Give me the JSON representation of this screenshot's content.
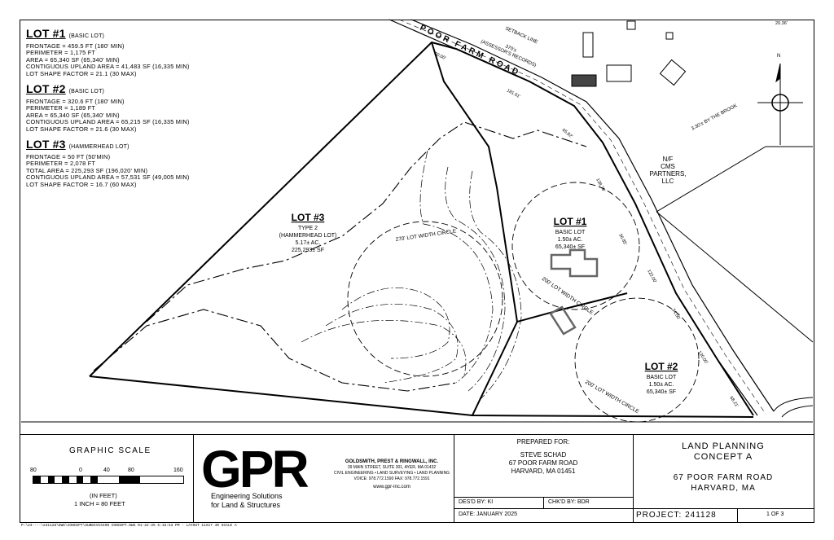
{
  "notes": {
    "lot1": {
      "title": "LOT #1",
      "kind": "(BASIC LOT)",
      "lines": [
        "FRONTAGE = 459.5 FT (180' MIN)",
        "PERIMETER = 1,175 FT",
        "AREA = 65,340 SF (65,340' MIN)",
        "CONTIGUOUS UPLAND AREA = 41,483 SF (16,335 MIN)",
        "LOT SHAPE FACTOR = 21.1 (30 MAX)"
      ]
    },
    "lot2": {
      "title": "LOT #2",
      "kind": "(BASIC LOT)",
      "lines": [
        "FRONTAGE = 320.6 FT (180' MIN)",
        "PERIMETER = 1,189 FT",
        "AREA = 65,340 SF (65,340' MIN)",
        "CONTIGUOUS UPLAND AREA = 65,215 SF (16,335 MIN)",
        "LOT SHAPE FACTOR = 21.6 (30 MAX)"
      ]
    },
    "lot3": {
      "title": "LOT #3",
      "kind": "(HAMMERHEAD LOT)",
      "lines": [
        "FRONTAGE = 50 FT (50'MIN)",
        "PERIMETER = 2,078 FT",
        "TOTAL AREA = 225,293 SF (196,020' MIN)",
        "CONTIGUOUS UPLAND AREA = 57,531 SF (49,005 MIN)",
        "LOT SHAPE FACTOR = 16.7 (60 MAX)"
      ]
    }
  },
  "plan": {
    "road_name": "POOR FARM ROAD",
    "setback": "SETBACK LINE",
    "record_line1": "370'±",
    "record_line2": "(ASSESSOR'S RECORDS)",
    "brook": "3.30'± BY THE BROOK",
    "abutter": [
      "N/F",
      "CMS",
      "PARTNERS,",
      "LLC"
    ],
    "lot3_label": {
      "title": "LOT #3",
      "lines": [
        "TYPE 2",
        "(HAMMERHEAD LOT)",
        "5.17± AC.",
        "225,293± SF"
      ]
    },
    "lot1_label": {
      "title": "LOT #1",
      "lines": [
        "BASIC LOT",
        "1.50± AC.",
        "65,340± SF"
      ]
    },
    "lot2_label": {
      "title": "LOT #2",
      "lines": [
        "BASIC LOT",
        "1.50± AC.",
        "65,340± SF"
      ]
    },
    "circle_270": "270' LOT WIDTH CIRCLE",
    "circle_200a": "200' LOT WIDTH CIRCLE",
    "circle_200b": "200' LOT WIDTH CIRCLE",
    "dims": [
      "50.00'",
      "181.01'",
      "65.82'",
      "138.79'",
      "36.85'",
      "122.00'",
      "34.00'",
      "120.00'",
      "68.21'",
      "20.36'"
    ],
    "north": "N"
  },
  "titleblock": {
    "scale_title": "GRAPHIC SCALE",
    "ticks": [
      "80",
      "0",
      "40",
      "80",
      "160"
    ],
    "units": "(IN FEET)",
    "ratio": "1 INCH = 80 FEET",
    "logo": "GPR",
    "tagline1": "Engineering Solutions",
    "tagline2": "for Land & Structures",
    "firm": "GOLDSMITH, PREST & RINGWALL, INC.",
    "address": "39 MAIN STREET, SUITE 301, AYER, MA 01432",
    "services": "CIVIL ENGINEERING • LAND SURVEYING • LAND PLANNING",
    "phone": "VOICE: 978.772.1590   FAX: 978.772.1591",
    "web": "www.gpr-inc.com",
    "prepared_for": "PREPARED FOR:",
    "client": [
      "STEVE SCHAD",
      "67 POOR FARM ROAD",
      "HARVARD, MA 01451"
    ],
    "designed": "DES'D BY: KI",
    "checked": "CHK'D BY: BDR",
    "date": "DATE: JANUARY 2025",
    "title": [
      "LAND PLANNING",
      "CONCEPT A"
    ],
    "site": [
      "67 POOR FARM ROAD",
      "HARVARD, MA"
    ],
    "project": "PROJECT: 241128",
    "sheet": "1 OF 3",
    "filepath": "P:\\24----\\241128\\DWG\\CONCEPT\\SUBDIVISION CONCEPT.DWG  01-22-25  5:16:53 PM - LAYOUT 11X17 40 SCALE A"
  }
}
